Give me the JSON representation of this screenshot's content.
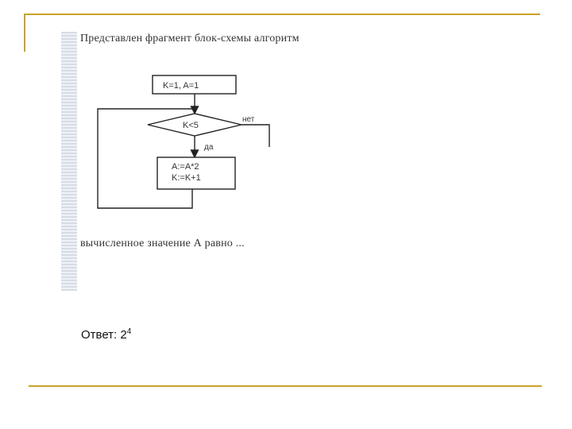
{
  "problem": {
    "title": "Представлен фрагмент блок-схемы алгоритм",
    "question": "вычисленное значение А равно ..."
  },
  "flowchart": {
    "init_block": "K=1, A=1",
    "condition": "K<5",
    "no_label": "нет",
    "yes_label": "да",
    "body_line1": "A:=A*2",
    "body_line2": "K:=K+1"
  },
  "answer": {
    "label": "Ответ: 2",
    "exponent": "4"
  },
  "colors": {
    "frame_gold": "#c9a227",
    "diagram_stroke": "#222222"
  }
}
